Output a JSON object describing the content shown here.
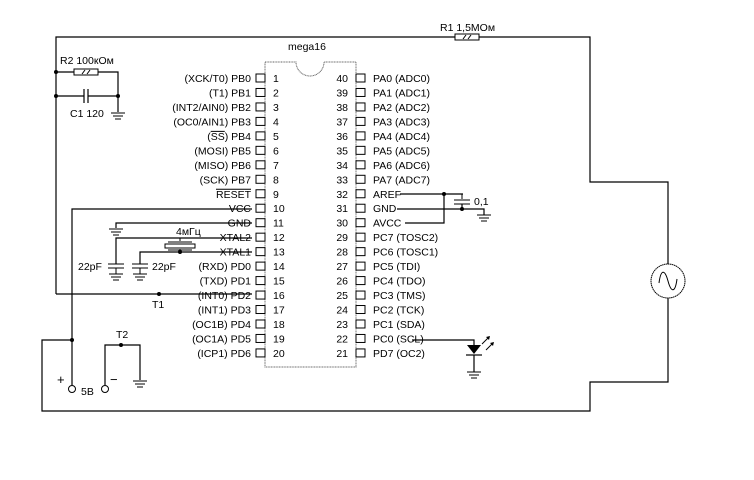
{
  "chip": {
    "name": "mega16",
    "left_pins": [
      {
        "num": "1",
        "label": "(XCK/T0)  PB0"
      },
      {
        "num": "2",
        "label": "(T1)  PB1"
      },
      {
        "num": "3",
        "label": "(INT2/AIN0)  PB2"
      },
      {
        "num": "4",
        "label": "(OC0/AIN1)  PB3"
      },
      {
        "num": "5",
        "label": "(SS)  PB4",
        "overline": "SS"
      },
      {
        "num": "6",
        "label": "(MOSI)  PB5"
      },
      {
        "num": "7",
        "label": "(MISO)  PB6"
      },
      {
        "num": "8",
        "label": "(SCK)  PB7"
      },
      {
        "num": "9",
        "label": "RESET",
        "overline": "RESET"
      },
      {
        "num": "10",
        "label": "VCC"
      },
      {
        "num": "11",
        "label": "GND"
      },
      {
        "num": "12",
        "label": "XTAL2"
      },
      {
        "num": "13",
        "label": "XTAL1"
      },
      {
        "num": "14",
        "label": "(RXD)  PD0"
      },
      {
        "num": "15",
        "label": "(TXD)  PD1"
      },
      {
        "num": "16",
        "label": "(INT0)  PD2"
      },
      {
        "num": "17",
        "label": "(INT1)  PD3"
      },
      {
        "num": "18",
        "label": "(OC1B)  PD4"
      },
      {
        "num": "19",
        "label": "(OC1A)  PD5"
      },
      {
        "num": "20",
        "label": "(ICP1)  PD6"
      }
    ],
    "right_pins": [
      {
        "num": "40",
        "label": "PA0  (ADC0)"
      },
      {
        "num": "39",
        "label": "PA1  (ADC1)"
      },
      {
        "num": "38",
        "label": "PA2  (ADC2)"
      },
      {
        "num": "37",
        "label": "PA3  (ADC3)"
      },
      {
        "num": "36",
        "label": "PA4  (ADC4)"
      },
      {
        "num": "35",
        "label": "PA5  (ADC5)"
      },
      {
        "num": "34",
        "label": "PA6  (ADC6)"
      },
      {
        "num": "33",
        "label": "PA7  (ADC7)"
      },
      {
        "num": "32",
        "label": "AREF"
      },
      {
        "num": "31",
        "label": "GND"
      },
      {
        "num": "30",
        "label": "AVCC"
      },
      {
        "num": "29",
        "label": "PC7  (TOSC2)"
      },
      {
        "num": "28",
        "label": "PC6  (TOSC1)"
      },
      {
        "num": "27",
        "label": "PC5  (TDI)"
      },
      {
        "num": "26",
        "label": "PC4  (TDO)"
      },
      {
        "num": "25",
        "label": "PC3  (TMS)"
      },
      {
        "num": "24",
        "label": "PC2  (TCK)"
      },
      {
        "num": "23",
        "label": "PC1  (SDA)"
      },
      {
        "num": "22",
        "label": "PC0  (SCL)"
      },
      {
        "num": "21",
        "label": "PD7  (OC2)"
      }
    ]
  },
  "components": {
    "r1": "R1 1,5МОм",
    "r2": "R2 100кОм",
    "c1": "C1 120",
    "c_aref": "0,1",
    "crystal": "4мГц",
    "c_xtal_left": "22pF",
    "c_xtal_right": "22pF",
    "t1": "T1",
    "t2": "T2",
    "supply_voltage": "5В",
    "plus": "+",
    "minus": "−"
  }
}
